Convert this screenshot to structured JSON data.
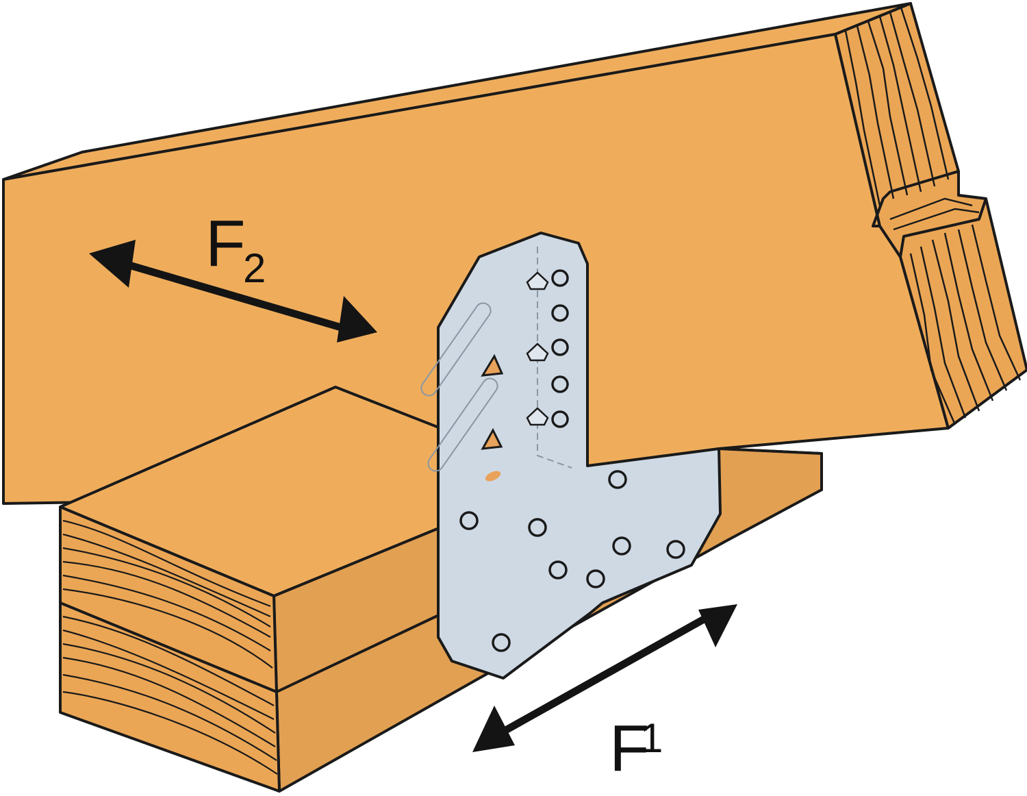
{
  "forces": [
    {
      "id": "F2",
      "main": "F",
      "sub": "2"
    },
    {
      "id": "F1",
      "main": "F",
      "sub": "1"
    }
  ],
  "colors": {
    "wood_face": "#efad5c",
    "wood_dark": "#e2a052",
    "wood_end": "#eba655",
    "steel": "#cfd9e4",
    "steel_line": "#8a96a4",
    "outline": "#1a1a1a",
    "arrow": "#141414",
    "hole_accent": "#e8a25a"
  }
}
